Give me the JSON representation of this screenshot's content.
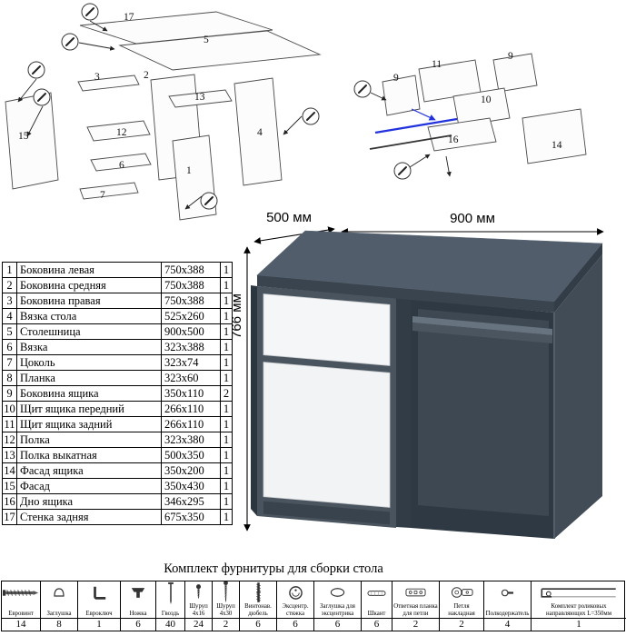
{
  "dimensions": {
    "width": "900 мм",
    "depth": "500 мм",
    "height": "766 мм"
  },
  "parts_table": {
    "rows": [
      {
        "num": "1",
        "name": "Боковина левая",
        "size": "750x388",
        "qty": "1"
      },
      {
        "num": "2",
        "name": "Боковина средняя",
        "size": "750x388",
        "qty": "1"
      },
      {
        "num": "3",
        "name": "Боковина правая",
        "size": "750x388",
        "qty": "1"
      },
      {
        "num": "4",
        "name": "Вязка стола",
        "size": "525x260",
        "qty": "1"
      },
      {
        "num": "5",
        "name": "Столешница",
        "size": "900x500",
        "qty": "1"
      },
      {
        "num": "6",
        "name": "Вязка",
        "size": "323x388",
        "qty": "1"
      },
      {
        "num": "7",
        "name": "Цоколь",
        "size": "323x74",
        "qty": "1"
      },
      {
        "num": "8",
        "name": "Планка",
        "size": "323x60",
        "qty": "1"
      },
      {
        "num": "9",
        "name": "Боковина ящика",
        "size": "350x110",
        "qty": "2"
      },
      {
        "num": "10",
        "name": "Щит ящика передний",
        "size": "266x110",
        "qty": "1"
      },
      {
        "num": "11",
        "name": "Щит ящика задний",
        "size": "266x110",
        "qty": "1"
      },
      {
        "num": "12",
        "name": "Полка",
        "size": "323x380",
        "qty": "1"
      },
      {
        "num": "13",
        "name": "Полка выкатная",
        "size": "500x350",
        "qty": "1"
      },
      {
        "num": "14",
        "name": "Фасад ящика",
        "size": "350x200",
        "qty": "1"
      },
      {
        "num": "15",
        "name": "Фасад",
        "size": "350x430",
        "qty": "1"
      },
      {
        "num": "16",
        "name": "Дно ящика",
        "size": "346x295",
        "qty": "1"
      },
      {
        "num": "17",
        "name": "Стенка задняя",
        "size": "675x350",
        "qty": "1"
      }
    ]
  },
  "hardware": {
    "title": "Комплект фурнитуры для сборки стола",
    "items": [
      {
        "label": "Евровинт",
        "qty": "14",
        "icon": "euro-screw-icon"
      },
      {
        "label": "Заглушка",
        "qty": "8",
        "icon": "cap-plug-icon"
      },
      {
        "label": "Евроключ",
        "qty": "1",
        "icon": "hex-key-icon"
      },
      {
        "label": "Ножка",
        "qty": "6",
        "icon": "leg-icon"
      },
      {
        "label": "Гвоздь",
        "qty": "40",
        "icon": "nail-icon"
      },
      {
        "label": "Шуруп 4х16",
        "qty": "24",
        "icon": "screw-short-icon"
      },
      {
        "label": "Шуруп 4х30",
        "qty": "2",
        "icon": "screw-long-icon"
      },
      {
        "label": "Винтонав. дюбель",
        "qty": "6",
        "icon": "dowel-screw-icon"
      },
      {
        "label": "Эксцентр. стяжка",
        "qty": "6",
        "icon": "cam-lock-icon"
      },
      {
        "label": "Заглушка для эксцентрика",
        "qty": "6",
        "icon": "cam-cover-icon"
      },
      {
        "label": "Шкант",
        "qty": "6",
        "icon": "dowel-icon"
      },
      {
        "label": "Ответная планка для петли",
        "qty": "2",
        "icon": "hinge-plate-icon"
      },
      {
        "label": "Петля накладная",
        "qty": "2",
        "icon": "hinge-icon"
      },
      {
        "label": "Полкодержатель",
        "qty": "4",
        "icon": "shelf-pin-icon"
      },
      {
        "label": "Комплект роликовых направляющих L=350мм",
        "qty": "1",
        "icon": "roller-guides-icon"
      }
    ]
  },
  "exploded_left": {
    "labels": [
      "17",
      "5",
      "3",
      "2",
      "13",
      "12",
      "6",
      "7",
      "4",
      "1",
      "15"
    ]
  },
  "exploded_right": {
    "labels": [
      "11",
      "9",
      "9",
      "10",
      "16",
      "14"
    ]
  }
}
